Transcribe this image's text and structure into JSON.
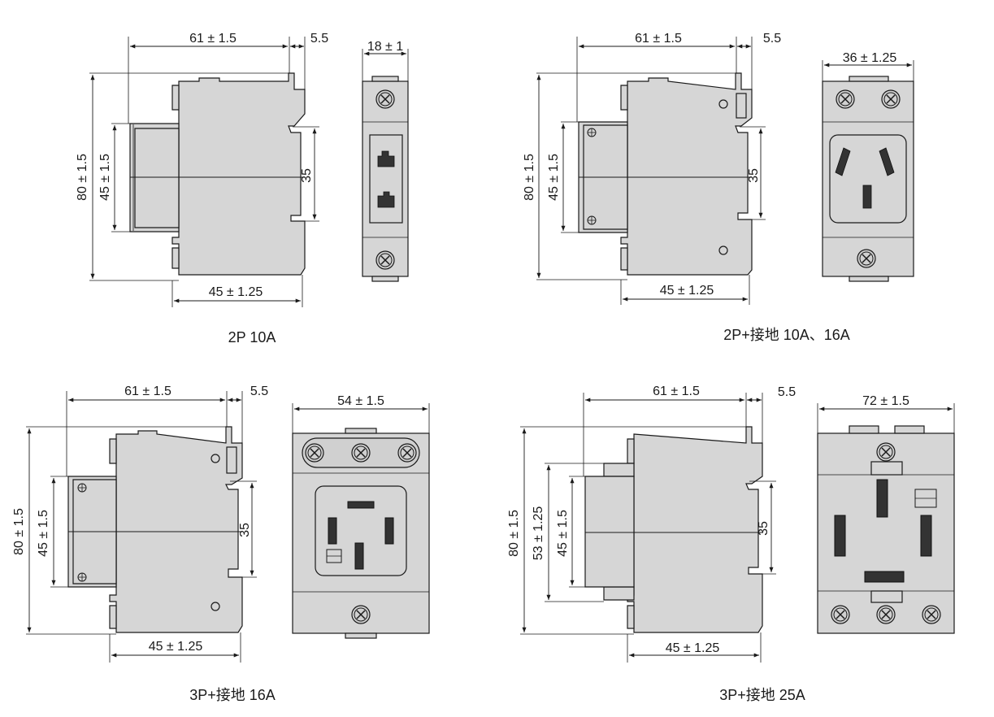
{
  "figures": [
    {
      "caption": "2P   10A",
      "side": {
        "width_label": "61 ± 1.5",
        "lip_label": "5.5",
        "height_label": "80 ± 1.5",
        "inner_label": "45 ± 1.5",
        "rail_label": "35",
        "bottom_label": "45 ± 1.25"
      },
      "front": {
        "width_label": "18 ± 1"
      }
    },
    {
      "caption": "2P+接地   10A、16A",
      "side": {
        "width_label": "61 ± 1.5",
        "lip_label": "5.5",
        "height_label": "80 ± 1.5",
        "inner_label": "45 ± 1.5",
        "rail_label": "35",
        "bottom_label": "45 ± 1.25"
      },
      "front": {
        "width_label": "36 ± 1.25"
      }
    },
    {
      "caption": "3P+接地   16A",
      "side": {
        "width_label": "61 ± 1.5",
        "lip_label": "5.5",
        "height_label": "80 ± 1.5",
        "inner_label": "45 ± 1.5",
        "rail_label": "35",
        "bottom_label": "45 ± 1.25"
      },
      "front": {
        "width_label": "54 ± 1.5"
      }
    },
    {
      "caption": "3P+接地   25A",
      "side": {
        "width_label": "61 ± 1.5",
        "lip_label": "5.5",
        "height_label": "80 ± 1.5",
        "inner_label": "45 ± 1.5",
        "extra_label": "53 ± 1.25",
        "rail_label": "35",
        "bottom_label": "45 ± 1.25"
      },
      "front": {
        "width_label": "72 ± 1.5"
      }
    }
  ]
}
